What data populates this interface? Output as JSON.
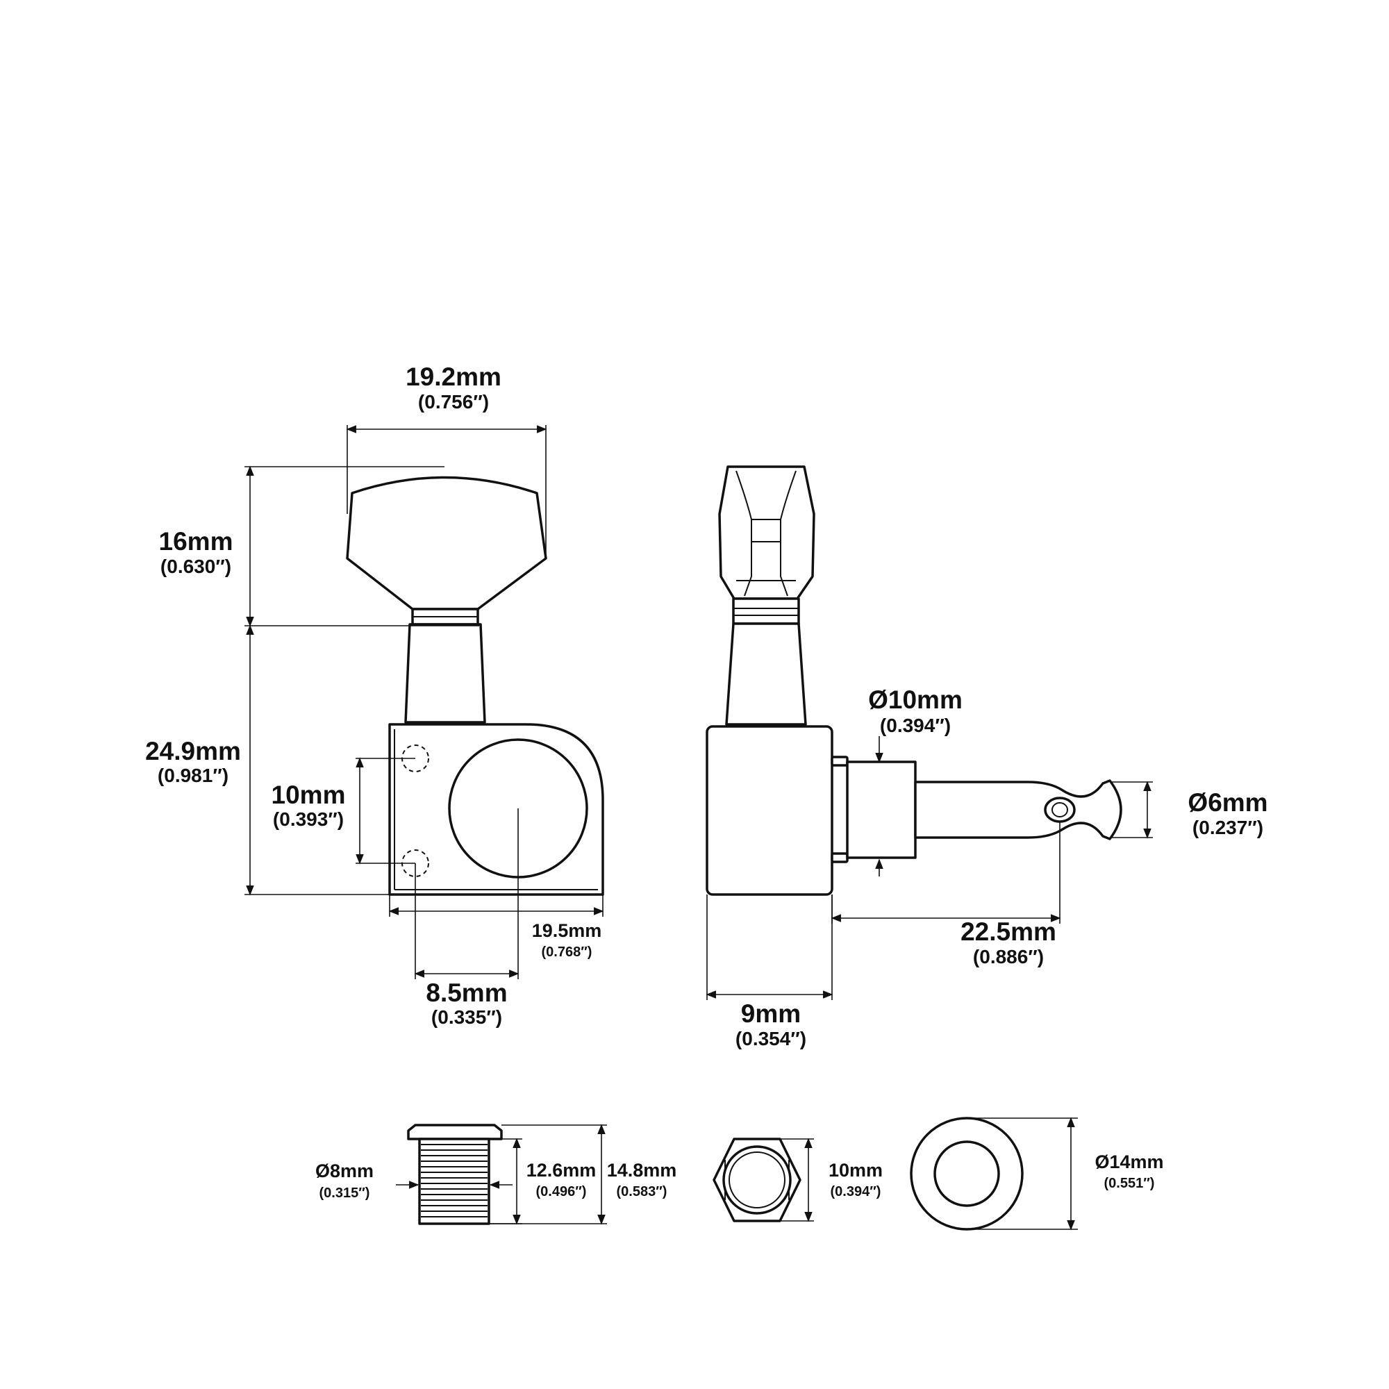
{
  "front_view": {
    "button_width": {
      "mm": "19.2mm",
      "inch": "(0.756″)"
    },
    "button_height": {
      "mm": "16mm",
      "inch": "(0.630″)"
    },
    "body_height": {
      "mm": "24.9mm",
      "inch": "(0.981″)"
    },
    "screw_spacing": {
      "mm": "10mm",
      "inch": "(0.393″)"
    },
    "body_width": {
      "mm": "19.5mm",
      "inch": "(0.768″)"
    },
    "screw_to_post": {
      "mm": "8.5mm",
      "inch": "(0.335″)"
    }
  },
  "side_view": {
    "post_base_diameter": {
      "mm": "Ø10mm",
      "inch": "(0.394″)"
    },
    "post_diameter": {
      "mm": "Ø6mm",
      "inch": "(0.237″)"
    },
    "post_length": {
      "mm": "22.5mm",
      "inch": "(0.886″)"
    },
    "body_depth": {
      "mm": "9mm",
      "inch": "(0.354″)"
    }
  },
  "bushing": {
    "thread_diameter": {
      "mm": "Ø8mm",
      "inch": "(0.315″)"
    },
    "thread_length": {
      "mm": "12.6mm",
      "inch": "(0.496″)"
    },
    "total_length": {
      "mm": "14.8mm",
      "inch": "(0.583″)"
    }
  },
  "nut": {
    "width": {
      "mm": "10mm",
      "inch": "(0.394″)"
    }
  },
  "washer": {
    "diameter": {
      "mm": "Ø14mm",
      "inch": "(0.551″)"
    }
  }
}
